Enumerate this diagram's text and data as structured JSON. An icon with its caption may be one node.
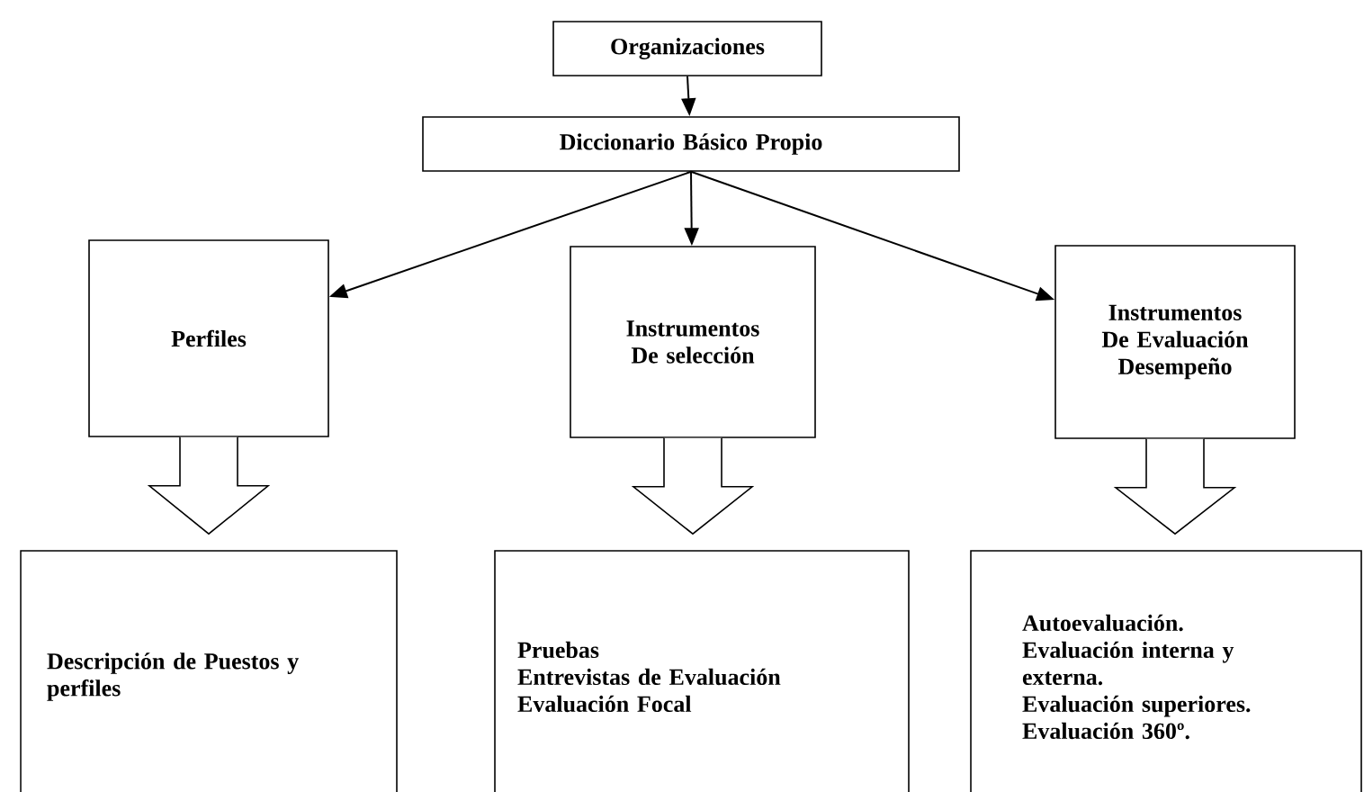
{
  "diagram": {
    "nodes": [
      {
        "text": [
          "Organizaciones"
        ]
      },
      {
        "text": [
          "Diccionario Básico Propio"
        ]
      },
      {
        "text": [
          "Perfiles"
        ]
      },
      {
        "text": [
          "Instrumentos De selección"
        ]
      },
      {
        "text": [
          "Instrumentos De Evaluación Desempeño"
        ]
      },
      {
        "text": [
          "Descripción de Puestos y perfiles"
        ]
      },
      {
        "text": [
          "Pruebas",
          "Entrevistas de Evaluación",
          "Evaluación Focal"
        ]
      },
      {
        "text": [
          "Autoevaluación.",
          "Evaluación interna y externa.",
          "Evaluación superiores.",
          "Evaluación 360º."
        ]
      }
    ],
    "edges": [
      {
        "from": 0,
        "to": 1,
        "arrow": "to"
      },
      {
        "from": 1,
        "to": 2,
        "arrow": "to"
      },
      {
        "from": 1,
        "to": 3,
        "arrow": "to"
      },
      {
        "from": 1,
        "to": 4,
        "arrow": "to"
      },
      {
        "from": 2,
        "to": 5,
        "arrow": "to",
        "style": "thick"
      },
      {
        "from": 3,
        "to": 6,
        "arrow": "to",
        "style": "thick"
      },
      {
        "from": 4,
        "to": 7,
        "arrow": "to",
        "style": "thick"
      }
    ]
  }
}
